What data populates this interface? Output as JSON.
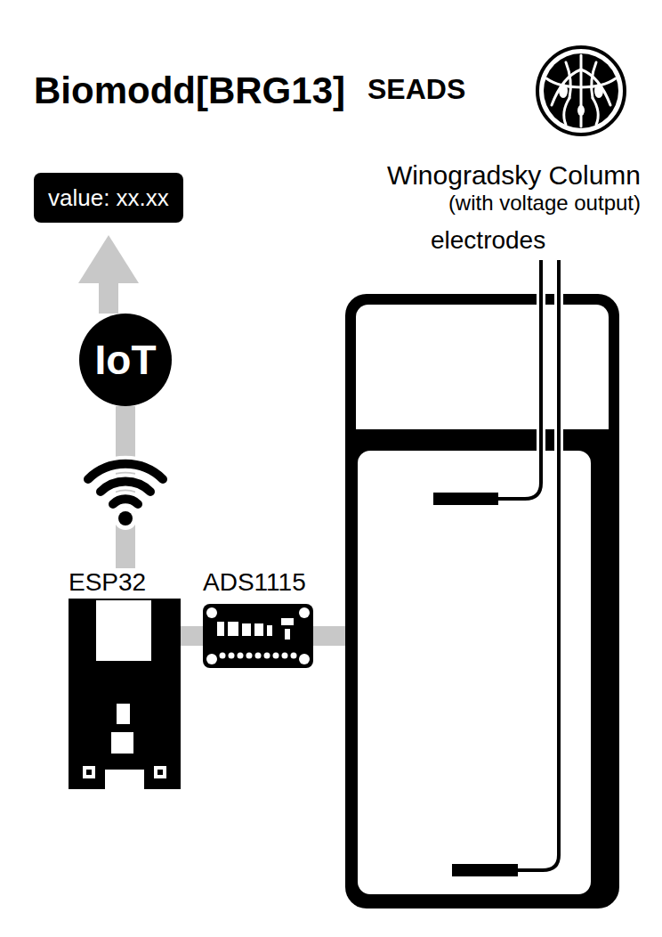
{
  "diagram": {
    "title": "Biomodd[BRG13]",
    "nodes": [
      {
        "text": [
          "value: xx.xx"
        ]
      },
      {
        "text": [
          "IoT"
        ]
      },
      {
        "text": [
          "ESP32"
        ]
      },
      {
        "text": [
          "ADS1115"
        ]
      },
      {
        "text": [
          "Winogradsky Column",
          "(with voltage output)"
        ]
      }
    ],
    "edges": [
      {
        "from": 2,
        "to": 1,
        "arrow": "none"
      },
      {
        "from": 1,
        "to": 0,
        "arrow": "to"
      },
      {
        "from": 2,
        "to": 3,
        "arrow": "none"
      },
      {
        "from": 3,
        "to": 4,
        "arrow": "none"
      }
    ],
    "labels": [
      "SEADS",
      "electrodes"
    ]
  }
}
